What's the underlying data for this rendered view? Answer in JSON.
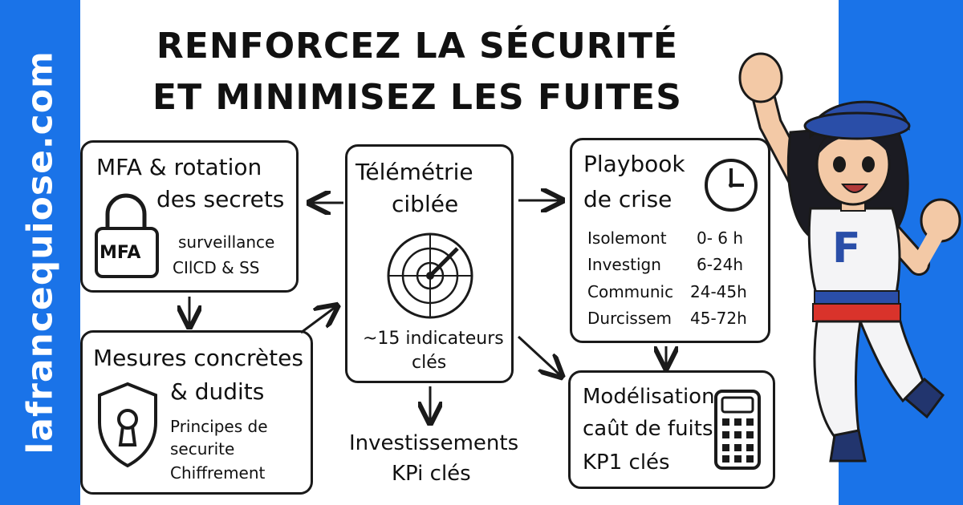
{
  "side_label": "lafrancequiose.com",
  "title": {
    "line1": "RENFORCEZ LA SÉCURITÉ",
    "line2": "ET MINIMISEZ LES FUITES"
  },
  "mfa_box": {
    "title_line1": "MFA & rotation",
    "title_line2": "des secrets",
    "lock_label": "MFA",
    "note_line1": "surveillance",
    "note_line2": "CIlCD & SS"
  },
  "telemetry_box": {
    "title_line1": "Télémétrie",
    "title_line2": "ciblée",
    "note_line1": "~15 indicateurs",
    "note_line2": "clés"
  },
  "playbook_box": {
    "title_line1": "Playbook",
    "title_line2": "de crise",
    "phases": [
      {
        "label": "Isolemont",
        "window": "0- 6 h"
      },
      {
        "label": "Investign",
        "window": "6-24h"
      },
      {
        "label": "Communic",
        "window": "24-45h"
      },
      {
        "label": "Durcissem",
        "window": "45-72h"
      }
    ]
  },
  "measures_box": {
    "title_line1": "Mesures concrètes",
    "title_line2": "& dudits",
    "note_line1": "Principes de",
    "note_line2": "securite",
    "note_line3": "Chiffrement"
  },
  "investments": {
    "line1": "Investissements",
    "line2": "KPi clés"
  },
  "model_box": {
    "line1": "Modélisation",
    "line2": "caût de fuits",
    "line3": "KP1 clés"
  },
  "hero_shirt_letter": "F",
  "colors": {
    "side_band": "#1a73e8",
    "ink": "#1a1a1a",
    "hero_hat": "#2a4ea8",
    "stripe_red": "#d9332b",
    "stripe_blue": "#2a4ea8"
  }
}
